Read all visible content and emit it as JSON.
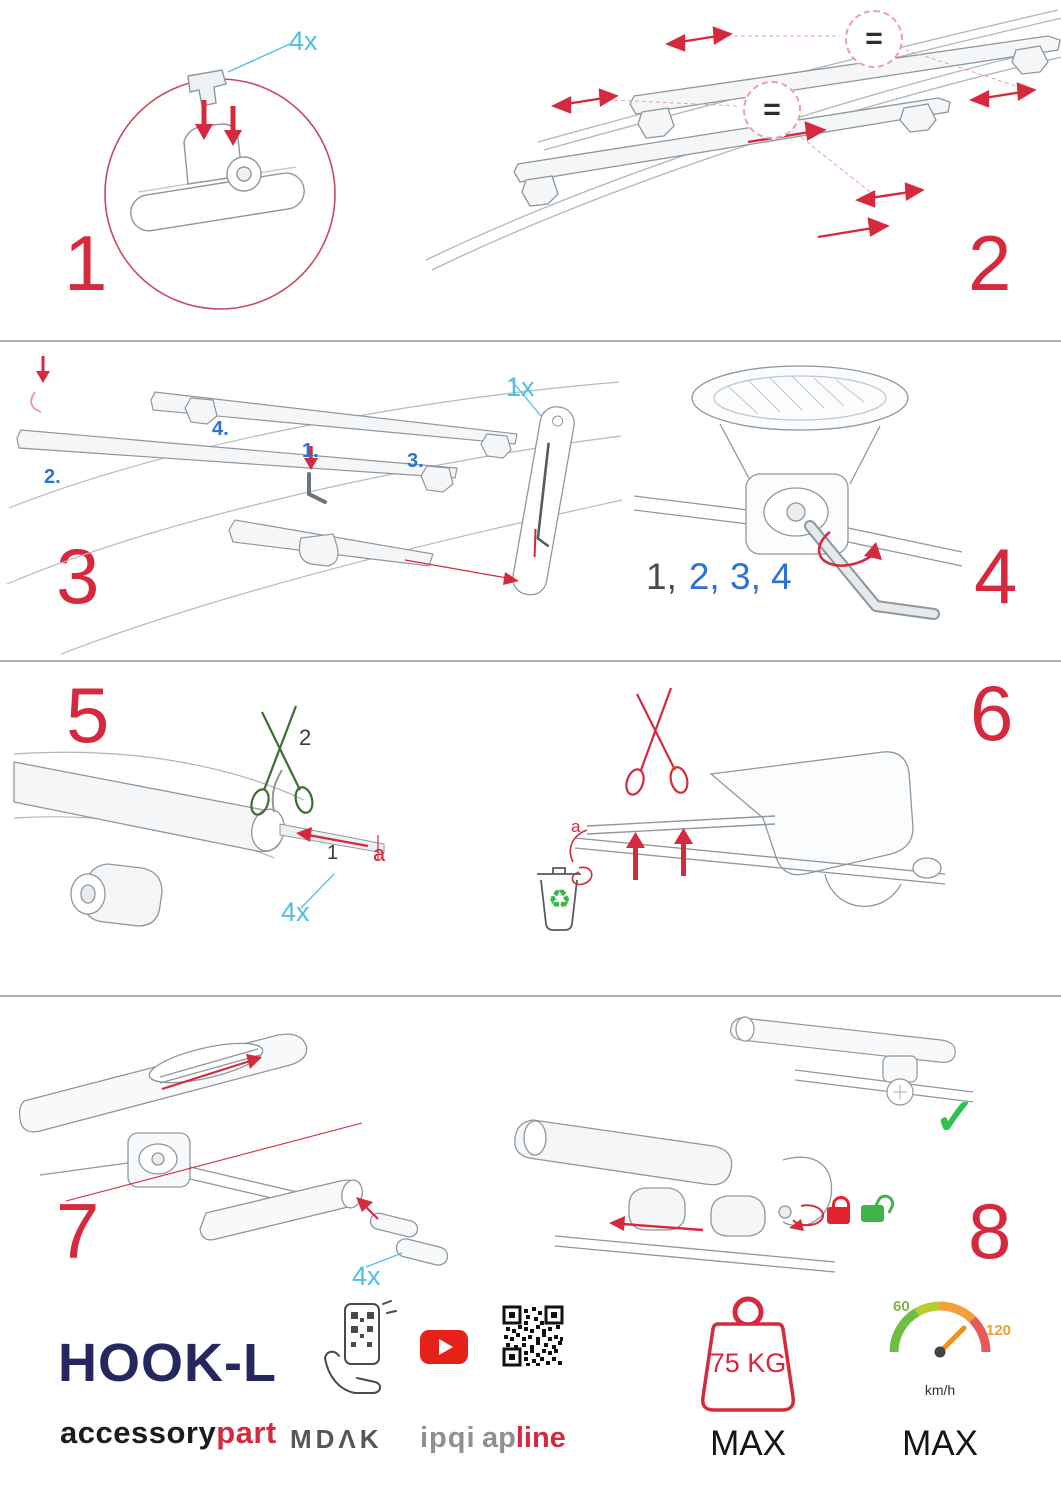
{
  "steps": {
    "s1": {
      "number": "1",
      "qty": "4x"
    },
    "s2": {
      "number": "2",
      "equals": "="
    },
    "s3": {
      "number": "3",
      "qty": "1x",
      "o1": "1.",
      "o2": "2.",
      "o3": "3.",
      "o4": "4."
    },
    "s4": {
      "number": "4",
      "seq_first": "1,",
      "seq_rest": "2, 3, 4"
    },
    "s5": {
      "number": "5",
      "cut_step": "2",
      "insert_step": "1",
      "dim": "a",
      "qty": "4x"
    },
    "s6": {
      "number": "6",
      "dim": "a"
    },
    "s7": {
      "number": "7",
      "qty": "4x"
    },
    "s8": {
      "number": "8"
    }
  },
  "icons": {
    "recycle": "♻",
    "check": "✓",
    "lock_closed": "closed-padlock",
    "lock_open": "open-padlock"
  },
  "footer": {
    "product": "HOOK-L",
    "brand_left": "accessory",
    "brand_right": "part",
    "logo1": "MDΛK",
    "logo2": "ipqi",
    "logo3_left": "ap",
    "logo3_right": "line",
    "weight": {
      "value": "75 KG",
      "max": "MAX"
    },
    "speed": {
      "low": "60",
      "high": "120",
      "unit": "km/h",
      "max": "MAX"
    }
  },
  "colors": {
    "step_red": "#d5293d",
    "accent_cyan": "#53bde5",
    "label_blue": "#2e71d6",
    "success_green": "#3db54a",
    "brand_navy": "#27275f",
    "brand_red": "#d5293d",
    "youtube_red": "#e62117"
  }
}
